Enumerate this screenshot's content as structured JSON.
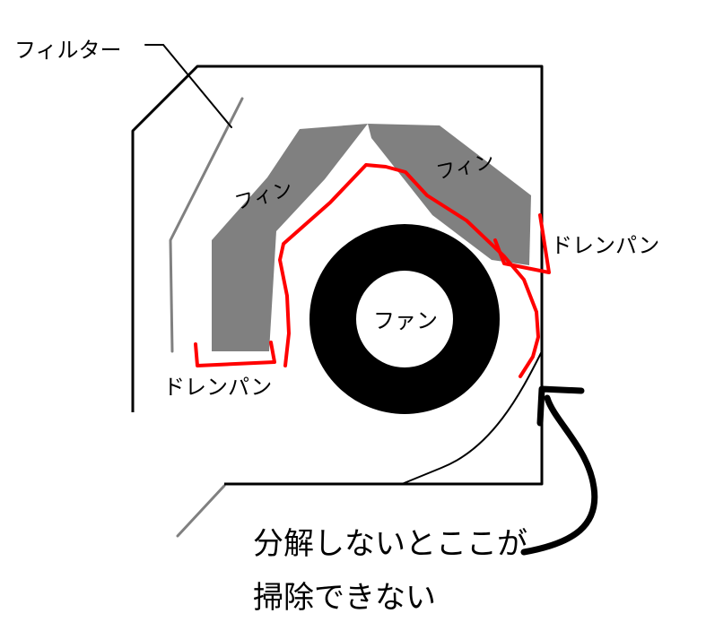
{
  "labels": {
    "filter": "フィルター",
    "fin_left": "フィン",
    "fin_right": "フィン",
    "drain_pan_right": "ドレンパン",
    "drain_pan_left": "ドレンパン",
    "fan": "ファン",
    "note_line1": "分解しないとここが",
    "note_line2": "掃除できない"
  },
  "colors": {
    "outline": "#000000",
    "fin": "#808080",
    "filter": "#808080",
    "drain_pan": "#ff0000",
    "fan": "#000000",
    "background": "#ffffff"
  }
}
